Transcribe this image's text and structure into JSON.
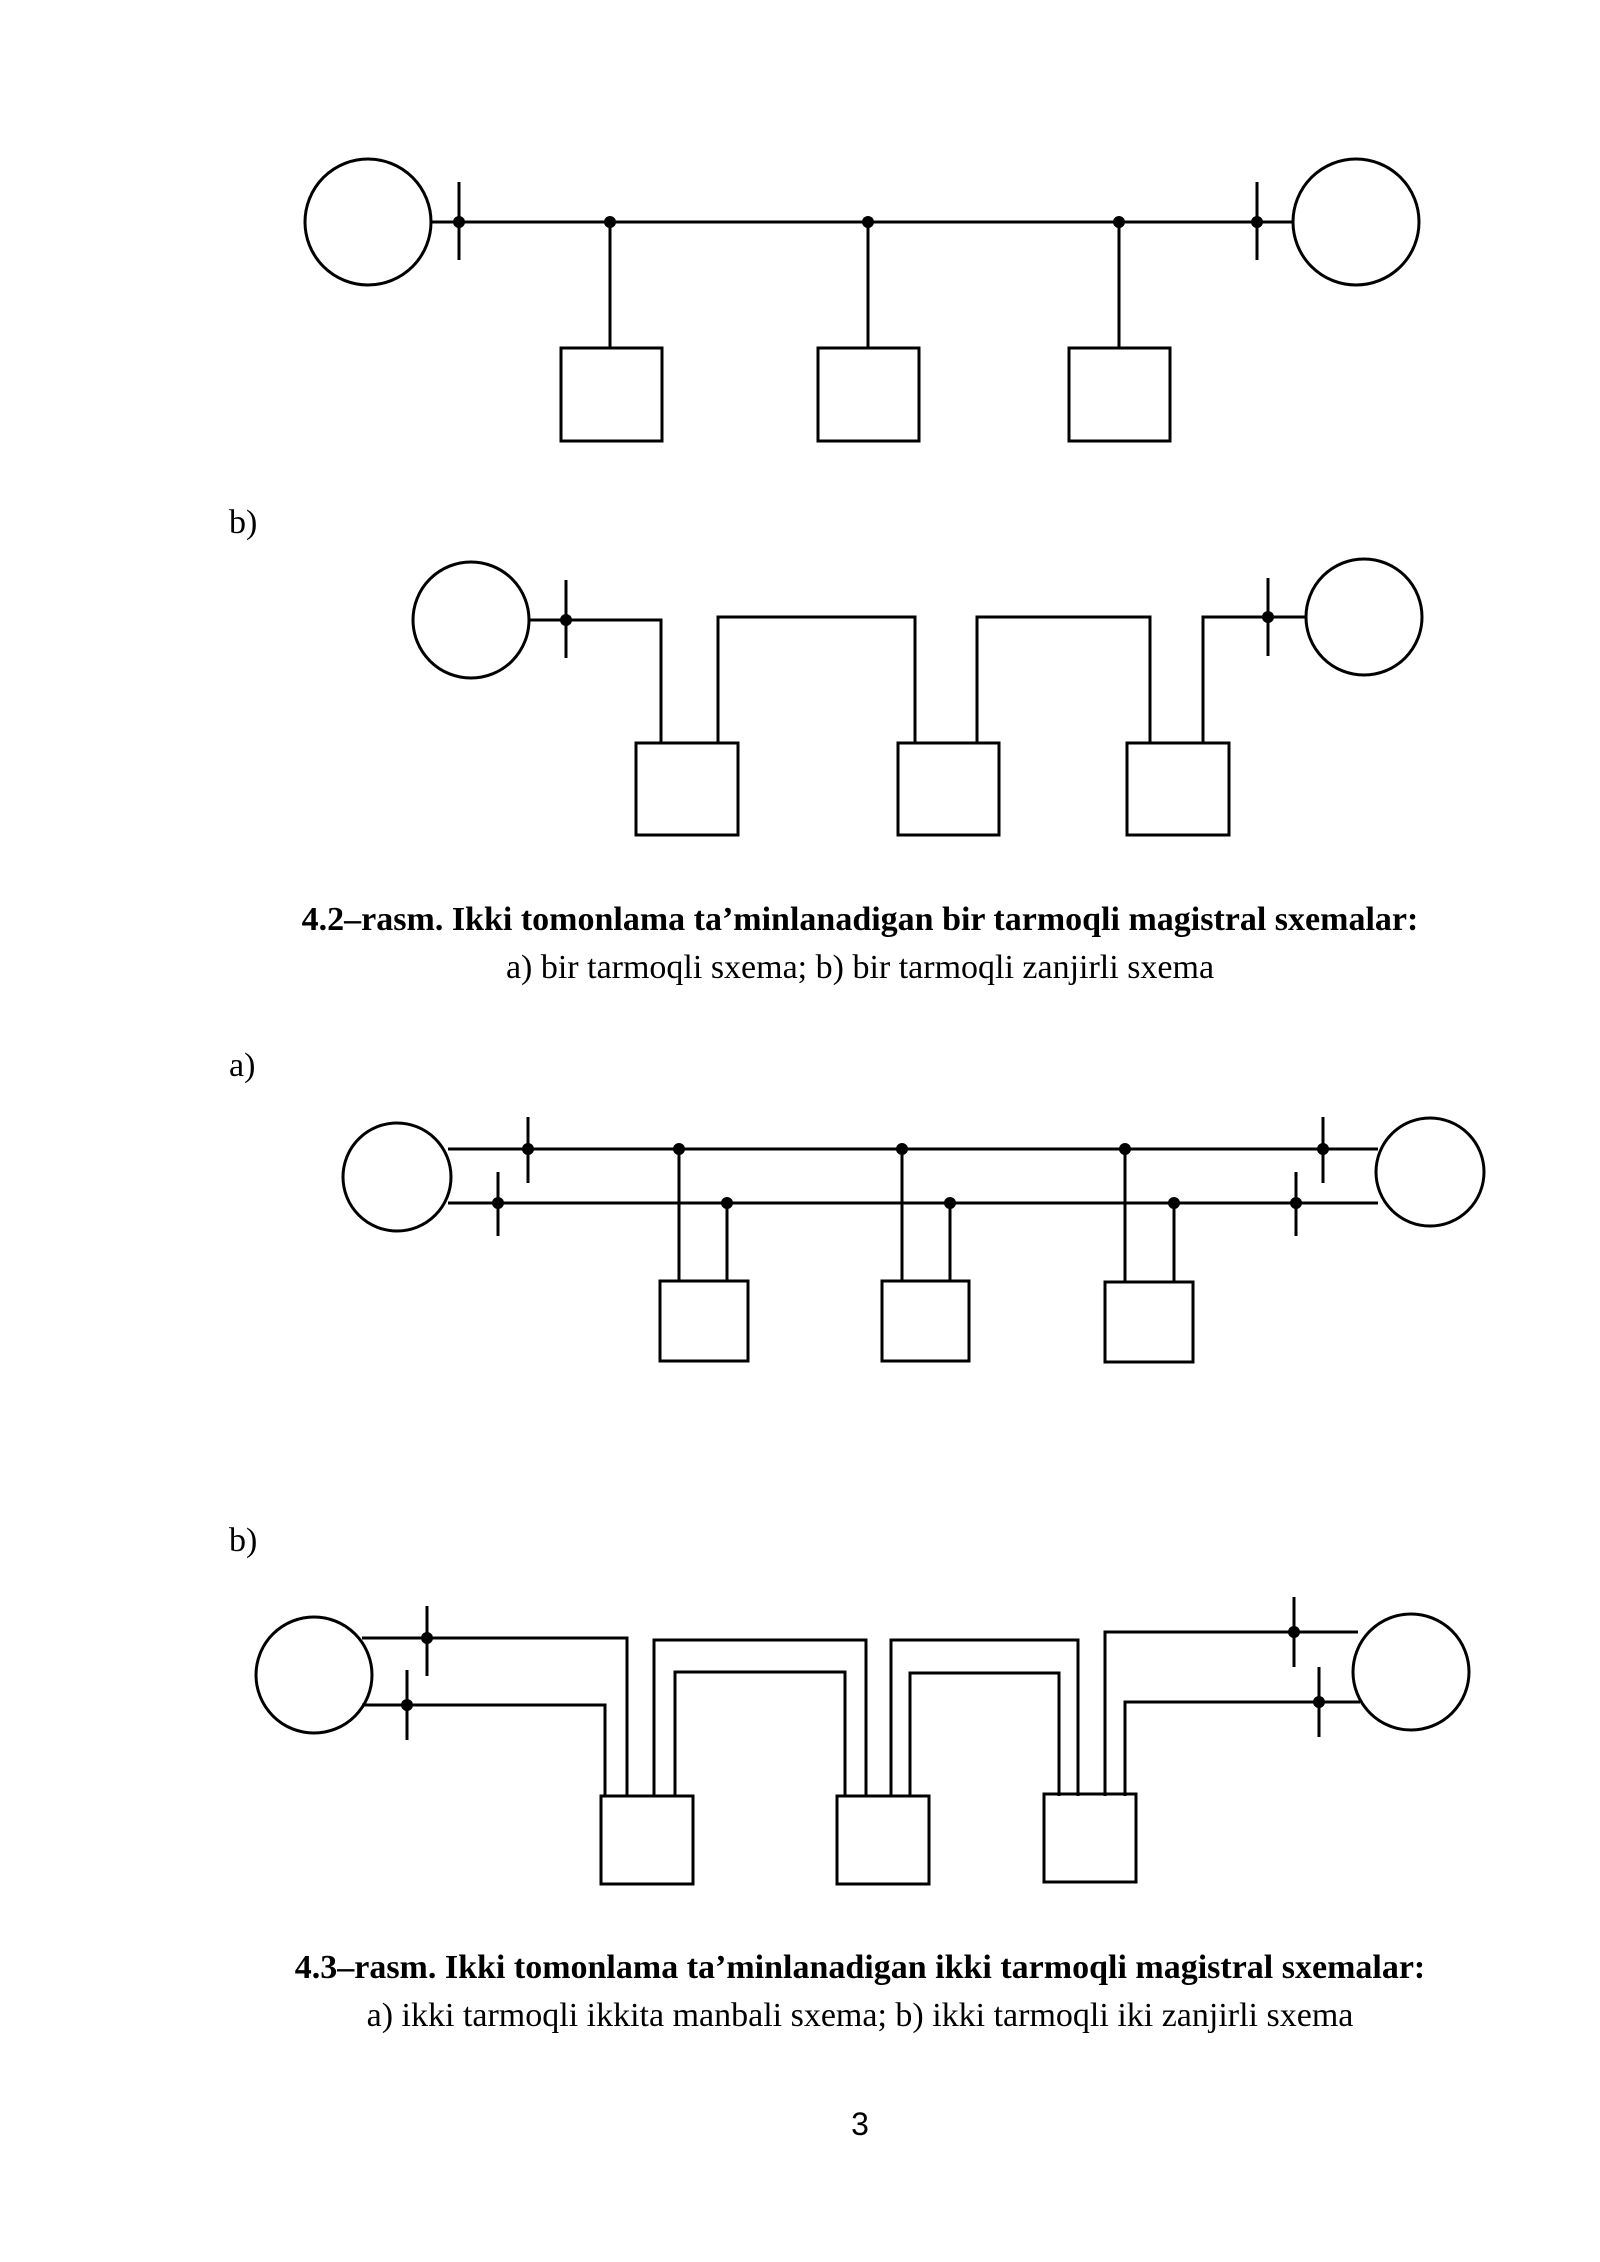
{
  "figure_42": {
    "label_b": "b)",
    "caption_title": "4.2–rasm. Ikki tomonlama ta’minlanadigan bir tarmoqli magistral sxemalar:",
    "caption_sub": "a) bir tarmoqli sxema; b) bir tarmoqli zanjirli sxema"
  },
  "figure_43": {
    "label_a": "a)",
    "label_b": "b)",
    "caption_title": "4.3–rasm. Ikki tomonlama ta’minlanadigan ikki tarmoqli magistral sxemalar:",
    "caption_sub": "a) ikki tarmoqli ikkita manbali sxema; b) ikki tarmoqli iki zanjirli sxema"
  },
  "page_number": "3"
}
